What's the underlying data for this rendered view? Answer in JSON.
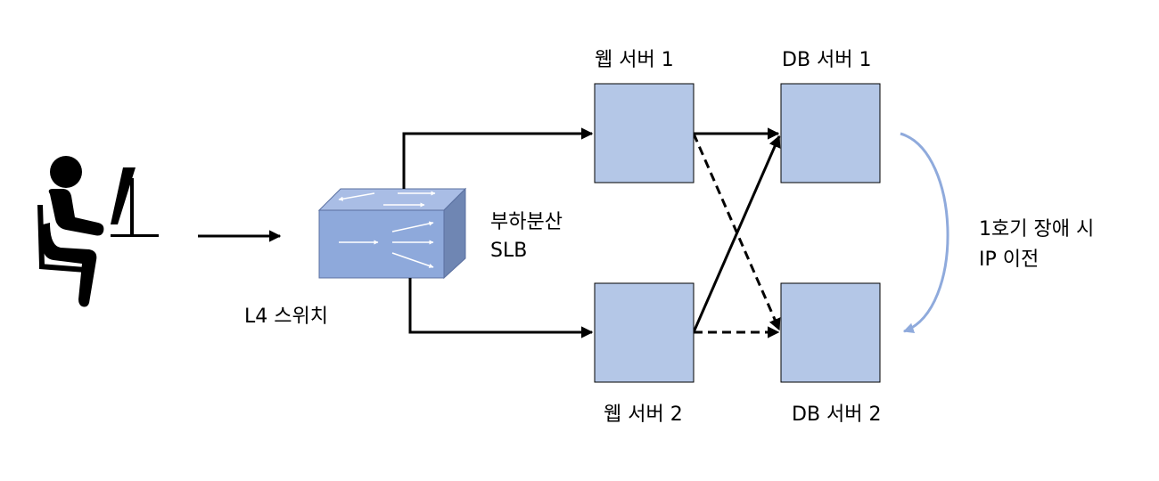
{
  "labels": {
    "switch": "L4 스위치",
    "load_balancing": "부하분산",
    "slb": "SLB",
    "web1": "웹 서버 1",
    "web2": "웹 서버 2",
    "db1": "DB 서버 1",
    "db2": "DB 서버 2",
    "failover_line1": "1호기 장애 시",
    "failover_line2": "IP 이전"
  },
  "nodes": [
    {
      "id": "user",
      "kind": "user-at-computer-icon"
    },
    {
      "id": "l4-switch",
      "kind": "network-switch"
    },
    {
      "id": "web1",
      "kind": "server"
    },
    {
      "id": "web2",
      "kind": "server"
    },
    {
      "id": "db1",
      "kind": "server"
    },
    {
      "id": "db2",
      "kind": "server"
    }
  ],
  "edges": [
    {
      "from": "user",
      "to": "l4-switch",
      "style": "solid"
    },
    {
      "from": "l4-switch",
      "to": "web1",
      "style": "solid"
    },
    {
      "from": "l4-switch",
      "to": "web2",
      "style": "solid"
    },
    {
      "from": "web1",
      "to": "db1",
      "style": "solid"
    },
    {
      "from": "web2",
      "to": "db1",
      "style": "solid"
    },
    {
      "from": "web1",
      "to": "db2",
      "style": "dashed"
    },
    {
      "from": "web2",
      "to": "db2",
      "style": "dashed"
    },
    {
      "from": "db1",
      "to": "db2",
      "style": "curved-failover"
    }
  ],
  "colors": {
    "server_fill": "#B4C7E7",
    "server_stroke": "#000000",
    "switch_front": "#8EA9DB",
    "switch_top": "#A9BDE5",
    "switch_side": "#6F86B3",
    "failover_arc": "#8FAADC",
    "edge": "#000000"
  }
}
